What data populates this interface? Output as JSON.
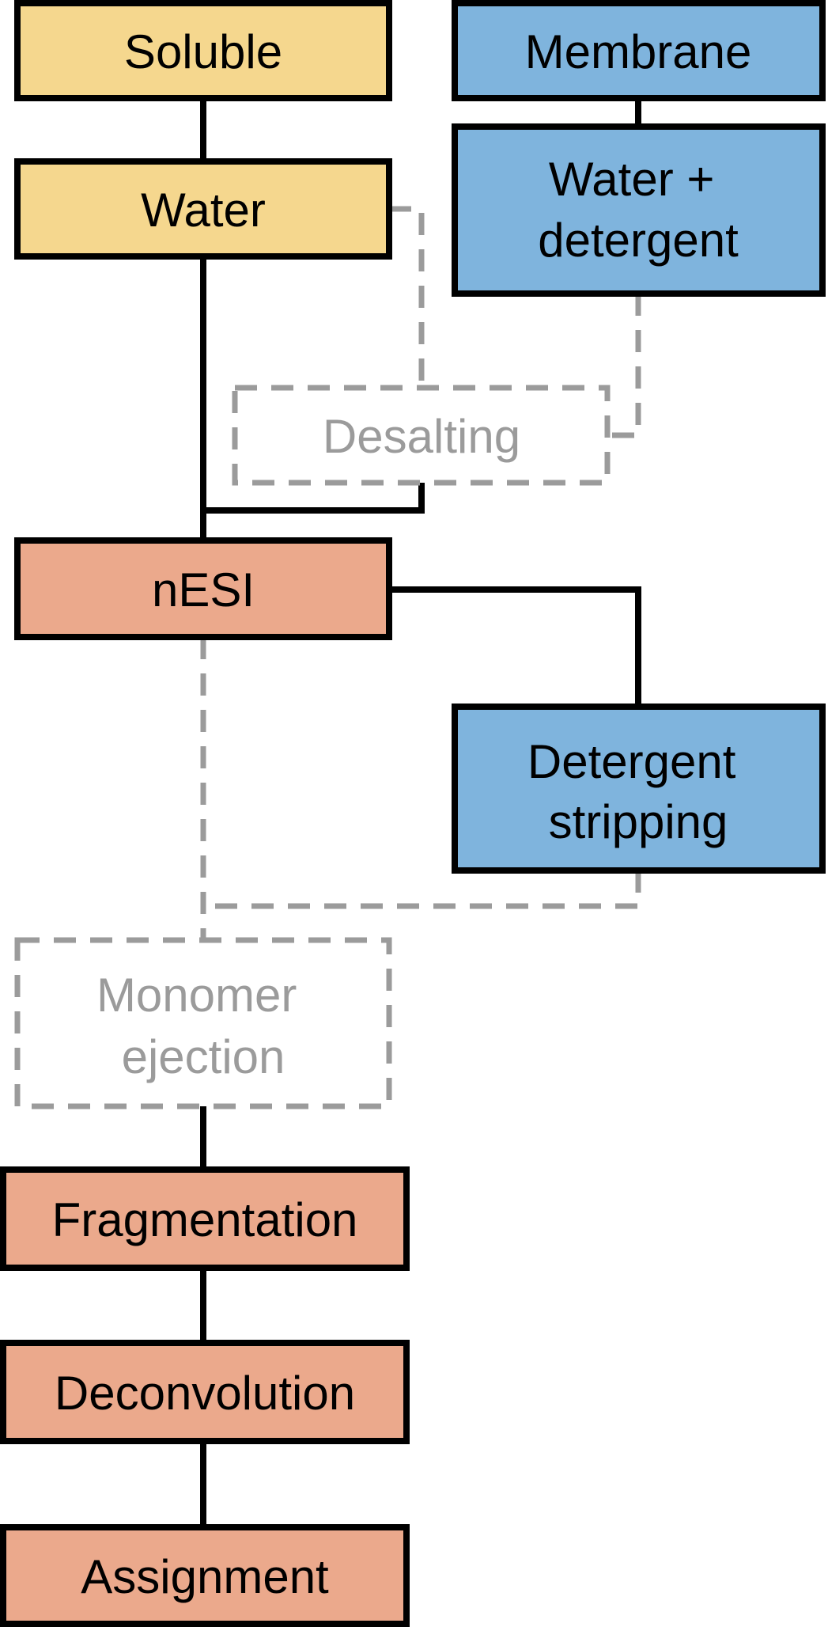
{
  "colors": {
    "soluble": "#f5d78e",
    "membrane": "#7fb4dd",
    "common": "#eba98c",
    "optional_stroke": "#9b9b9b",
    "solid_stroke": "#000000"
  },
  "steps": {
    "soluble": "Soluble",
    "membrane": "Membrane",
    "water": "Water",
    "water_detergent": [
      "Water +",
      "detergent"
    ],
    "desalting": "Desalting",
    "nesi": "nESI",
    "detergent_stripping": [
      "Detergent",
      "stripping"
    ],
    "monomer_ejection": [
      "Monomer",
      "ejection"
    ],
    "fragmentation": "Fragmentation",
    "deconvolution": "Deconvolution",
    "assignment": "Assignment"
  }
}
